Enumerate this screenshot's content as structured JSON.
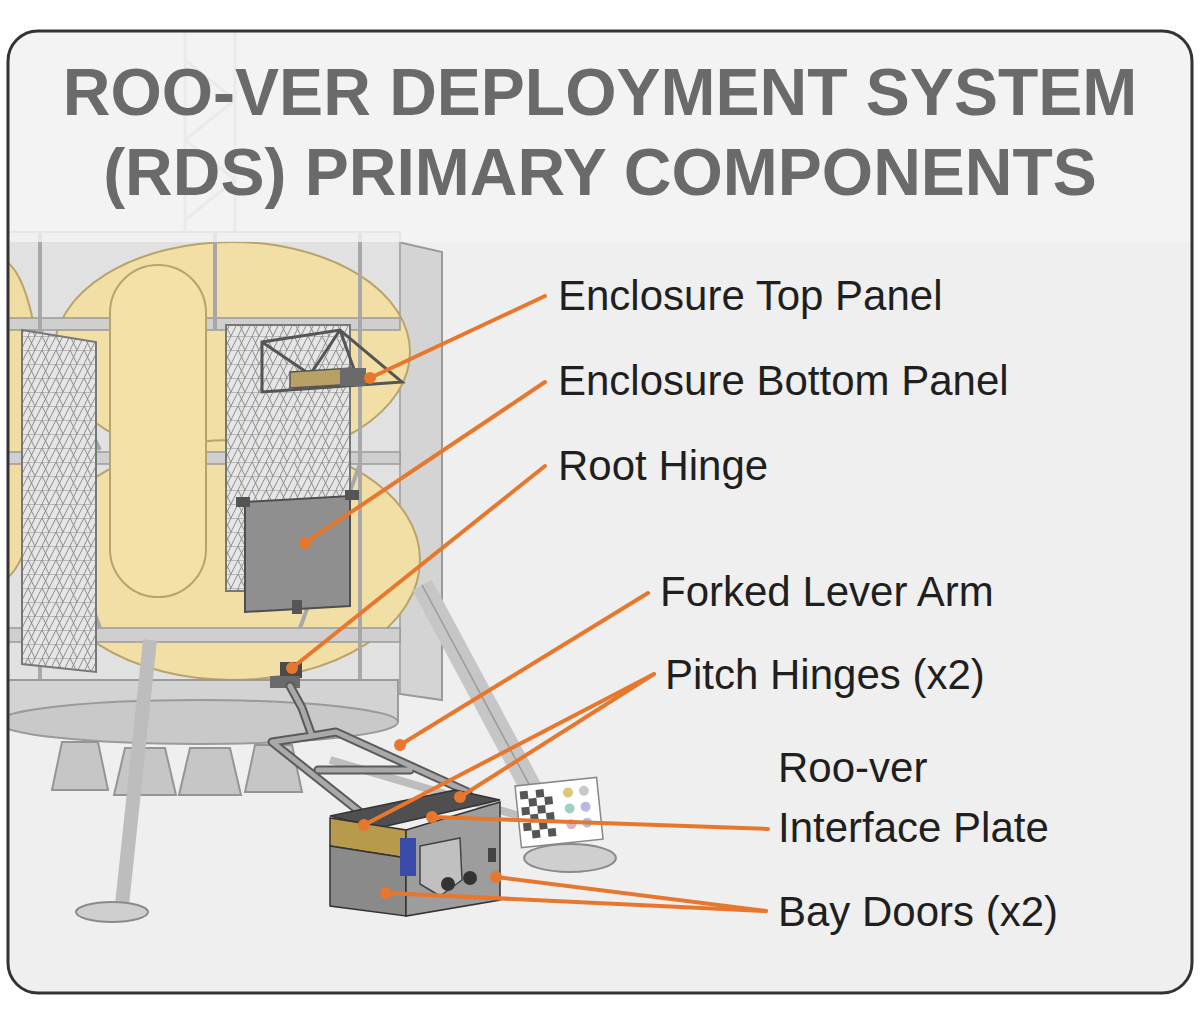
{
  "diagram": {
    "title": "ROO-VER DEPLOYMENT SYSTEM (RDS) PRIMARY COMPONENTS",
    "labels": [
      "Enclosure Top Panel",
      "Enclosure Bottom Panel",
      "Root Hinge",
      "Forked Lever Arm",
      "Pitch Hinges (x2)",
      "Roo-ver Interface Plate",
      "Bay Doors (x2)"
    ]
  }
}
